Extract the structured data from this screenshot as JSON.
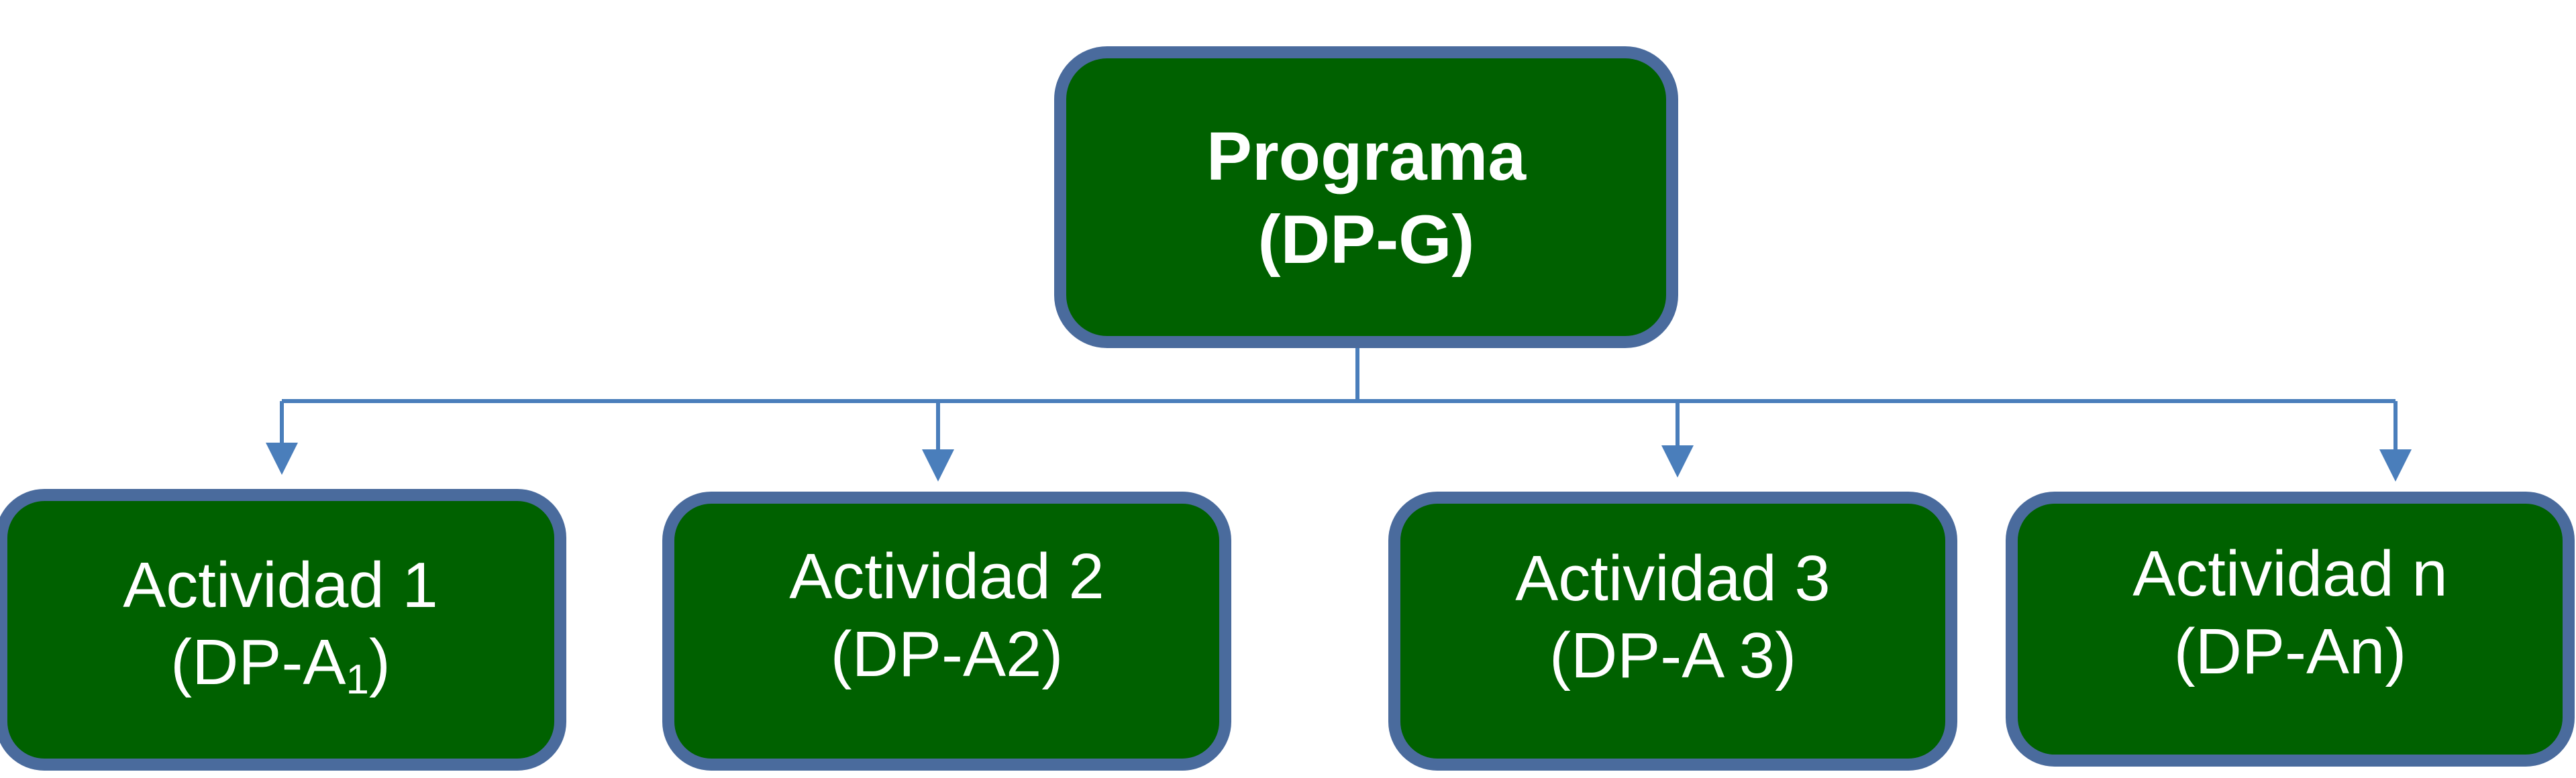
{
  "root": {
    "title": "Programa",
    "code": "(DP-G)"
  },
  "children": [
    {
      "title": "Actividad 1",
      "code_prefix": "(DP-A",
      "code_sub": "1",
      "code_suffix": ")"
    },
    {
      "title": "Actividad 2",
      "code": "(DP-A2)"
    },
    {
      "title": "Actividad 3",
      "code": "(DP-A 3)"
    },
    {
      "title": "Actividad n",
      "code": "(DP-An)"
    }
  ],
  "colors": {
    "box_fill": "#006100",
    "box_border": "#4a6b9d",
    "connector": "#4a7ebb",
    "text": "#ffffff"
  }
}
